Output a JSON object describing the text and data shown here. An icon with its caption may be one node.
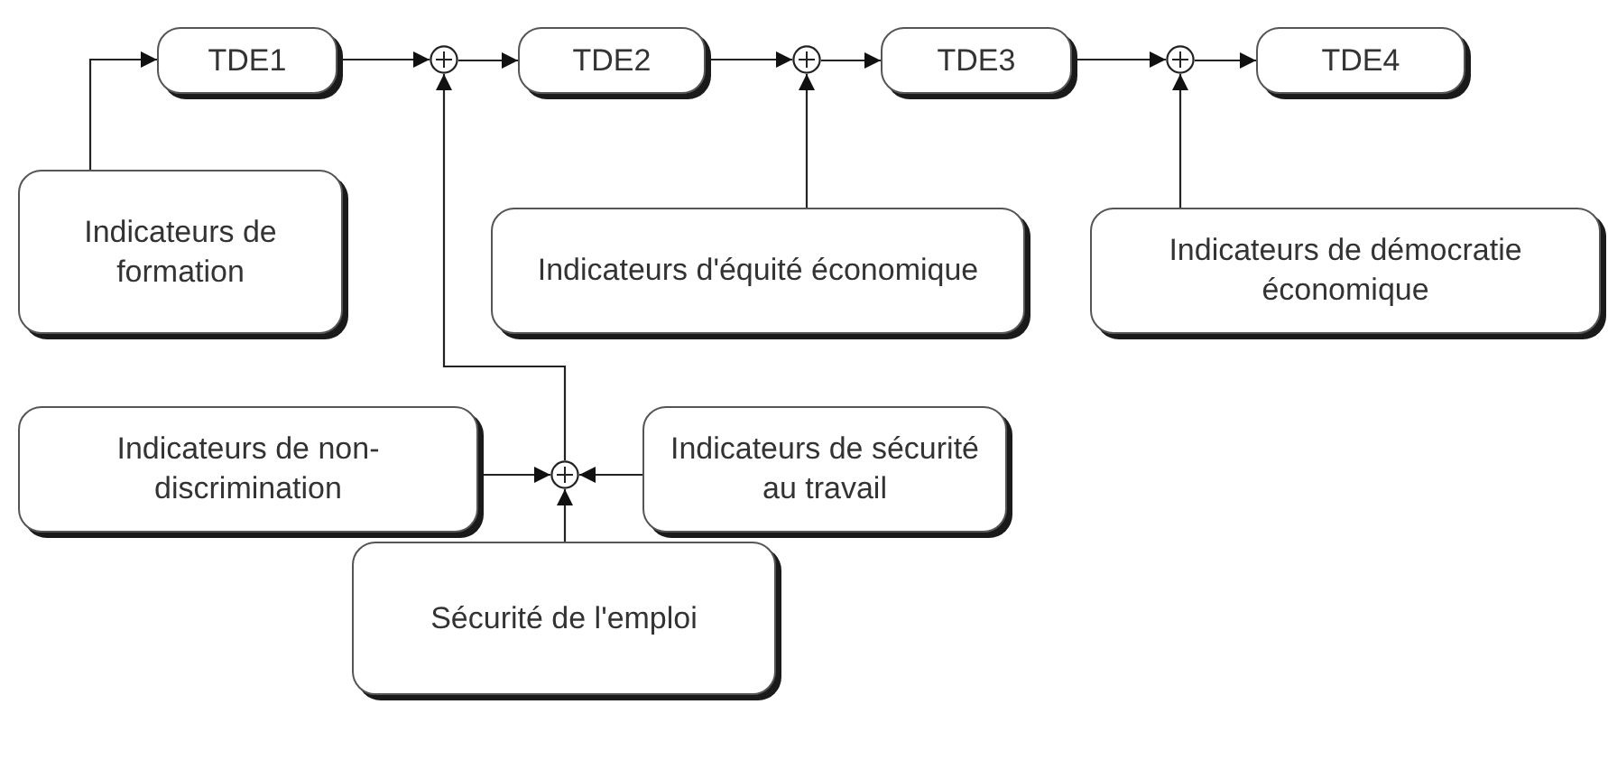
{
  "diagram": {
    "nodes": [
      {
        "text": [
          "TDE1"
        ]
      },
      {
        "text": [],
        "shape": "circle"
      },
      {
        "text": [
          "TDE2"
        ]
      },
      {
        "text": [],
        "shape": "circle"
      },
      {
        "text": [
          "TDE3"
        ]
      },
      {
        "text": [],
        "shape": "circle"
      },
      {
        "text": [
          "TDE4"
        ]
      },
      {
        "text": [
          "Indicateurs de formation"
        ]
      },
      {
        "text": [
          "Indicateurs d'équité économique"
        ]
      },
      {
        "text": [
          "Indicateurs de démocratie économique"
        ]
      },
      {
        "text": [
          "Indicateurs de non-discrimination"
        ]
      },
      {
        "text": [],
        "shape": "circle"
      },
      {
        "text": [
          "Indicateurs de sécurité au travail"
        ]
      },
      {
        "text": [
          "Sécurité de l'emploi"
        ]
      }
    ],
    "edges": [
      {
        "from": 7,
        "to": 0,
        "arrow": "to"
      },
      {
        "from": 0,
        "to": 1,
        "arrow": "to"
      },
      {
        "from": 1,
        "to": 2,
        "arrow": "to"
      },
      {
        "from": 2,
        "to": 3,
        "arrow": "to"
      },
      {
        "from": 3,
        "to": 4,
        "arrow": "to"
      },
      {
        "from": 4,
        "to": 5,
        "arrow": "to"
      },
      {
        "from": 5,
        "to": 6,
        "arrow": "to"
      },
      {
        "from": 8,
        "to": 3,
        "arrow": "to"
      },
      {
        "from": 9,
        "to": 5,
        "arrow": "to"
      },
      {
        "from": 10,
        "to": 11,
        "arrow": "to"
      },
      {
        "from": 12,
        "to": 11,
        "arrow": "to"
      },
      {
        "from": 13,
        "to": 11,
        "arrow": "to"
      },
      {
        "from": 11,
        "to": 1,
        "arrow": "to"
      }
    ]
  }
}
